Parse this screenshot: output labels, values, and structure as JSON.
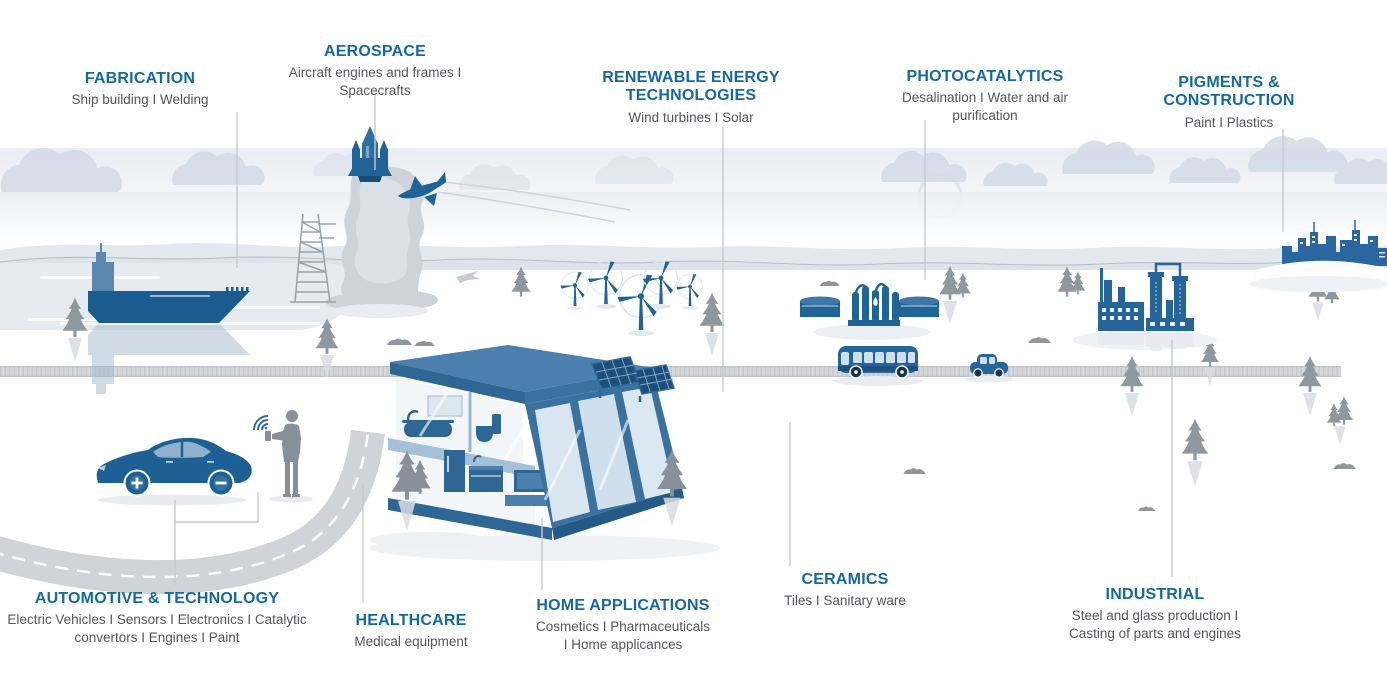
{
  "palette": {
    "heading_blue": "#1569a2",
    "body_gray": "#53565a",
    "illustration_blue": "#1f6397",
    "illustration_blue_mid": "#4a7fae",
    "illustration_blue_light": "#cfe0ed",
    "silhouette_gray": "#8d949c",
    "smoke_gray": "#ced3d9",
    "cloud_gray_blue": "#d3dbe6",
    "road_gray": "#d3d6d9",
    "connector_gray": "#c6cacf"
  },
  "categories": [
    {
      "id": "fabrication",
      "title": "FABRICATION",
      "items": "Ship building  I  Welding"
    },
    {
      "id": "aerospace",
      "title": "AEROSPACE",
      "items": "Aircraft engines and frames  I  Spacecrafts"
    },
    {
      "id": "renewable",
      "title": "RENEWABLE ENERGY TECHNOLOGIES",
      "items": "Wind turbines  I  Solar"
    },
    {
      "id": "photocatalytics",
      "title": "PHOTOCATALYTICS",
      "items": "Desalination  I  Water and air purification"
    },
    {
      "id": "pigments",
      "title": "PIGMENTS & CONSTRUCTION",
      "items": "Paint  I  Plastics"
    },
    {
      "id": "automotive",
      "title": "AUTOMOTIVE & TECHNOLOGY",
      "items": "Electric Vehicles  I  Sensors I  Electronics I Catalytic convertors I  Engines  I  Paint"
    },
    {
      "id": "healthcare",
      "title": "HEALTHCARE",
      "items": "Medical equipment"
    },
    {
      "id": "home",
      "title": "HOME APPLICATIONS",
      "items": "Cosmetics  I Pharmaceuticals  I  Home applicances"
    },
    {
      "id": "ceramics",
      "title": "CERAMICS",
      "items": "Tiles  I  Sanitary ware"
    },
    {
      "id": "industrial",
      "title": "INDUSTRIAL",
      "items": "Steel and glass production  I Casting of parts and engines"
    }
  ],
  "scene": {
    "illustrations": [
      "cargo-ship",
      "space-shuttle-launch",
      "launch-tower",
      "airplane",
      "contrails",
      "wind-turbines",
      "modern-house",
      "solar-panels",
      "water-treatment-plant",
      "bus",
      "small-car",
      "factory",
      "city-skyline",
      "electric-car",
      "person-with-smartphone",
      "pine-trees",
      "rocks",
      "mountains",
      "clouds",
      "main-road",
      "curved-road",
      "water",
      "sun"
    ]
  }
}
